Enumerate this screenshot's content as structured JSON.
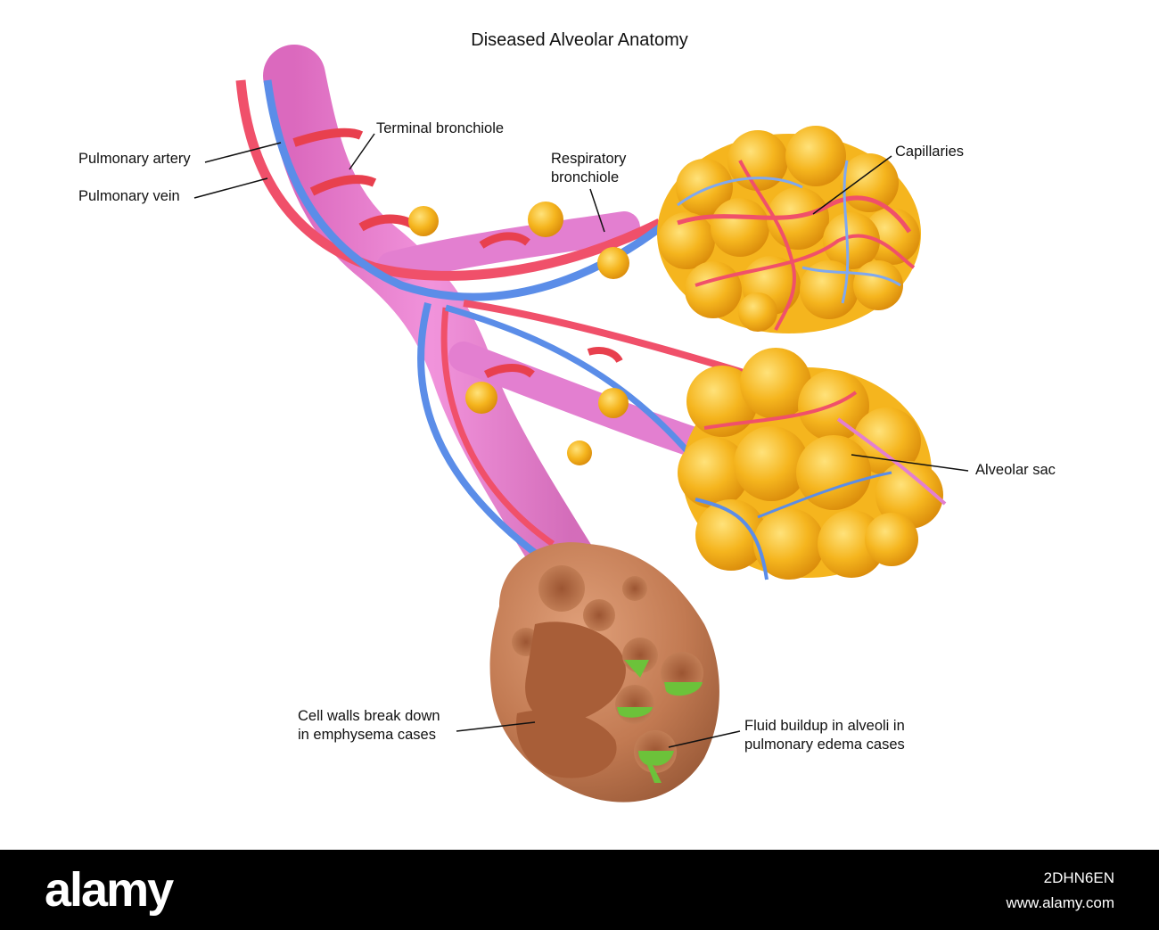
{
  "title": "Diseased Alveolar Anatomy",
  "labels": {
    "pulmonary_artery": "Pulmonary artery",
    "pulmonary_vein": "Pulmonary vein",
    "terminal_bronchiole": "Terminal bronchiole",
    "respiratory_bronchiole_1": "Respiratory",
    "respiratory_bronchiole_2": "bronchiole",
    "capillaries": "Capillaries",
    "alveolar_sac": "Alveolar sac",
    "emphysema_1": "Cell walls break down",
    "emphysema_2": "in emphysema cases",
    "edema_1": "Fluid buildup in alveoli in",
    "edema_2": "pulmonary edema cases"
  },
  "watermark": {
    "brand": "alamy",
    "code": "2DHN6EN",
    "url": "www.alamy.com"
  },
  "colors": {
    "artery": "#f0506a",
    "vein": "#5b8de8",
    "bronchiole": "#e070c8",
    "alveoli": "#f5b51e",
    "emphysema_tissue": "#c7825a",
    "fluid": "#6cc23a"
  }
}
